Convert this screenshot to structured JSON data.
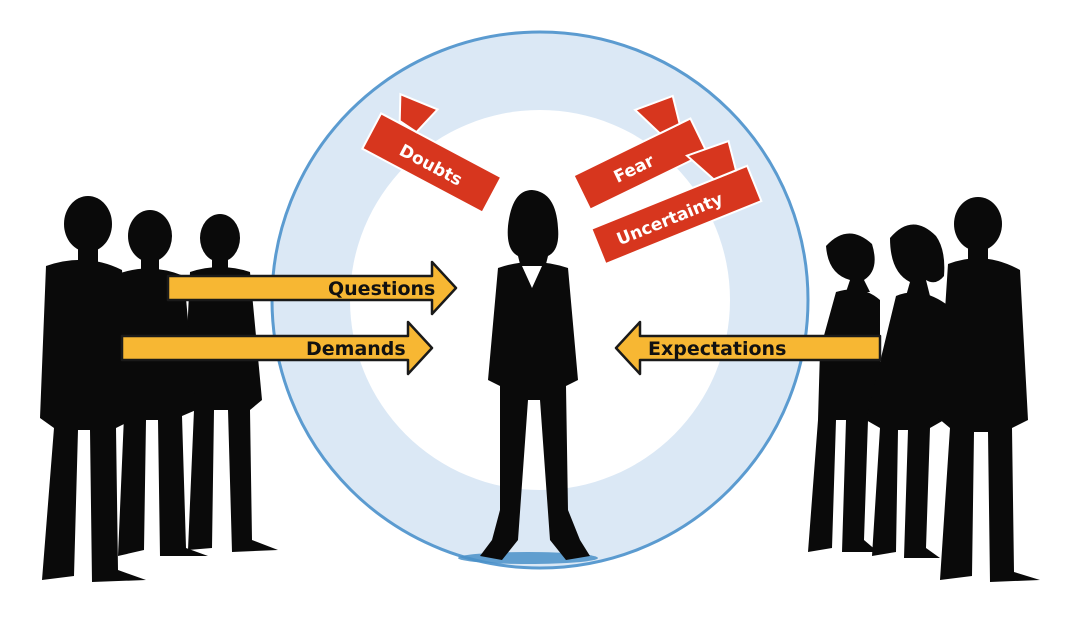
{
  "colors": {
    "bubble_outline": "#5b9bd0",
    "bubble_fill": "#dbe8f5",
    "bubble_inner": "#ffffff",
    "arrow_fill": "#f7b733",
    "arrow_outline": "#1a1a1a",
    "banner_fill": "#d7361e",
    "silhouette": "#0a0a0a"
  },
  "incoming_arrows": {
    "questions": "Questions",
    "demands": "Demands",
    "expectations": "Expectations"
  },
  "inner_banners": {
    "doubts": "Doubts",
    "fear": "Fear",
    "uncertainty": "Uncertainty"
  }
}
